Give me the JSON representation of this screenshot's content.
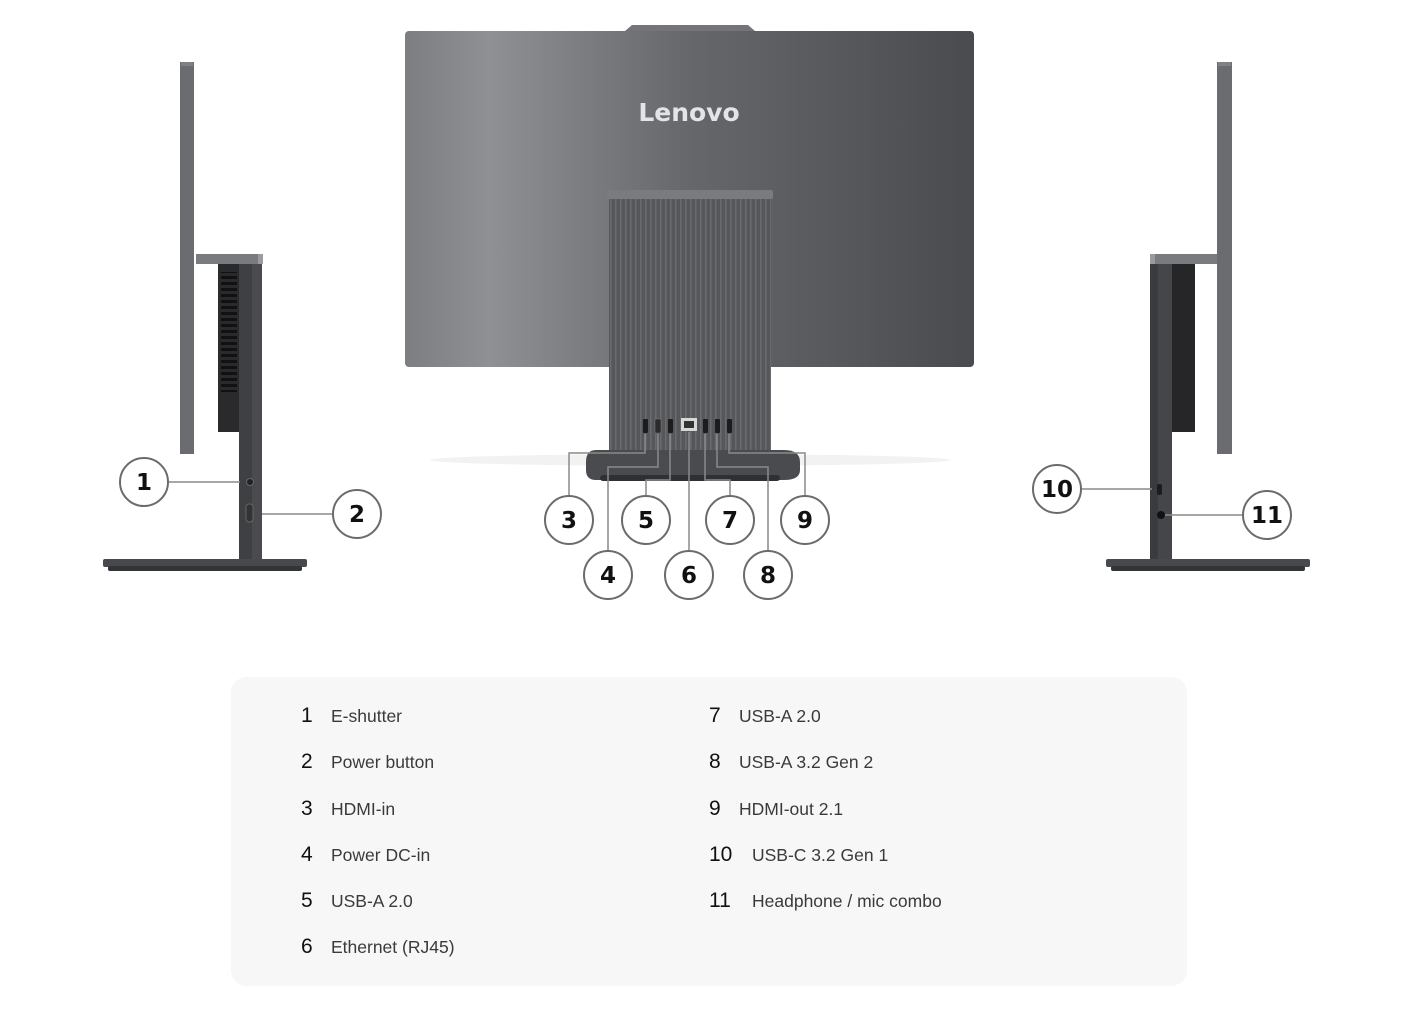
{
  "diagram": {
    "brand_logo": "Lenovo",
    "views": [
      "left-side",
      "rear",
      "right-side"
    ],
    "colors": {
      "chassis_light": "#8e8f93",
      "chassis_dark": "#4a4b4f",
      "stand": "#4d4e52",
      "callout_line": "#8a8a8a",
      "callout_circle_stroke": "#6b6b6b",
      "legend_bg": "#f7f7f7"
    },
    "callouts": [
      {
        "num": "1",
        "view": "left-side"
      },
      {
        "num": "2",
        "view": "left-side"
      },
      {
        "num": "3",
        "view": "rear"
      },
      {
        "num": "4",
        "view": "rear"
      },
      {
        "num": "5",
        "view": "rear"
      },
      {
        "num": "6",
        "view": "rear"
      },
      {
        "num": "7",
        "view": "rear"
      },
      {
        "num": "8",
        "view": "rear"
      },
      {
        "num": "9",
        "view": "rear"
      },
      {
        "num": "10",
        "view": "right-side"
      },
      {
        "num": "11",
        "view": "right-side"
      }
    ]
  },
  "legend": {
    "left": [
      {
        "num": "1",
        "label": "E-shutter"
      },
      {
        "num": "2",
        "label": "Power button"
      },
      {
        "num": "3",
        "label": "HDMI-in"
      },
      {
        "num": "4",
        "label": "Power DC-in"
      },
      {
        "num": "5",
        "label": "USB-A 2.0"
      },
      {
        "num": "6",
        "label": "Ethernet (RJ45)"
      }
    ],
    "right": [
      {
        "num": "7",
        "label": "USB-A 2.0"
      },
      {
        "num": "8",
        "label": "USB-A 3.2 Gen 2"
      },
      {
        "num": "9",
        "label": "HDMI-out 2.1"
      },
      {
        "num": "10",
        "label": "USB-C 3.2 Gen 1"
      },
      {
        "num": "11",
        "label": "Headphone / mic combo"
      }
    ]
  }
}
